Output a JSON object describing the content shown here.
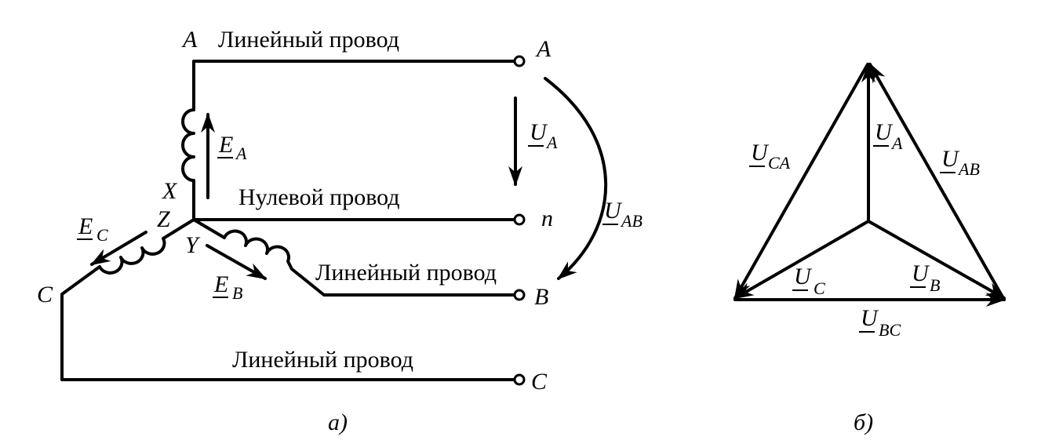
{
  "diagram_a": {
    "caption": "a)",
    "wire_labels": {
      "top": "Линейный провод",
      "neutral": "Нулевой провод",
      "middle": "Линейный провод",
      "bottom": "Линейный провод"
    },
    "nodes": {
      "A_left": "A",
      "A_right": "A",
      "n": "n",
      "B": "B",
      "C_left": "C",
      "C_right": "C",
      "X": "X",
      "Y": "Y",
      "Z": "Z"
    },
    "emf": {
      "EA": {
        "main": "E",
        "sub": "A"
      },
      "EB": {
        "main": "E",
        "sub": "B"
      },
      "EC": {
        "main": "E",
        "sub": "C"
      }
    },
    "voltages": {
      "UA": {
        "main": "U",
        "sub": "A"
      },
      "UAB": {
        "main": "U",
        "sub": "AB"
      }
    }
  },
  "diagram_b": {
    "caption": "б)",
    "phasors": {
      "UA": {
        "main": "U",
        "sub": "A"
      },
      "UB": {
        "main": "U",
        "sub": "B"
      },
      "UC": {
        "main": "U",
        "sub": "C"
      },
      "UAB": {
        "main": "U",
        "sub": "AB"
      },
      "UBC": {
        "main": "U",
        "sub": "BC"
      },
      "UCA": {
        "main": "U",
        "sub": "CA"
      }
    }
  }
}
